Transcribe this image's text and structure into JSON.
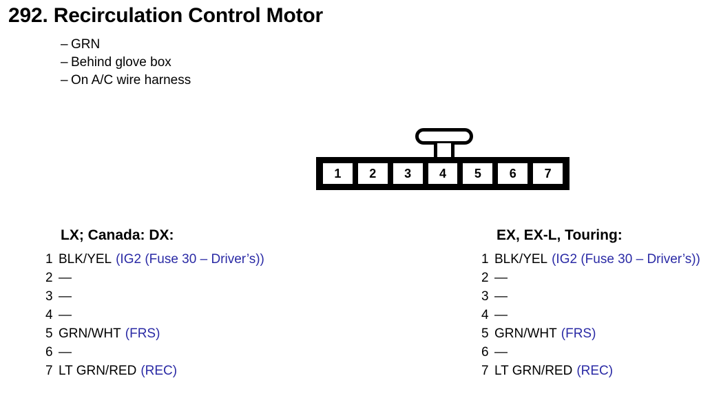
{
  "title": "292. Recirculation Control Motor",
  "notes": [
    {
      "dash": "–",
      "text": "GRN"
    },
    {
      "dash": "–",
      "text": "Behind glove box"
    },
    {
      "dash": "–",
      "text": "On A/C wire harness"
    }
  ],
  "connector": {
    "pin_count": 7,
    "pins": [
      "1",
      "2",
      "3",
      "4",
      "5",
      "6",
      "7"
    ],
    "tab_position": "above-pin-4"
  },
  "colors": {
    "signal_blue": "#2a2aa5",
    "text_black": "#000000",
    "background": "#ffffff"
  },
  "columns": [
    {
      "heading": "LX; Canada: DX:",
      "pins": [
        {
          "num": "1",
          "wire": "BLK/YEL",
          "signal": "(IG2 (Fuse 30 – Driver’s))"
        },
        {
          "num": "2",
          "wire": "—",
          "signal": ""
        },
        {
          "num": "3",
          "wire": "—",
          "signal": ""
        },
        {
          "num": "4",
          "wire": "—",
          "signal": ""
        },
        {
          "num": "5",
          "wire": "GRN/WHT",
          "signal": "(FRS)"
        },
        {
          "num": "6",
          "wire": "—",
          "signal": ""
        },
        {
          "num": "7",
          "wire": "LT GRN/RED",
          "signal": "(REC)"
        }
      ]
    },
    {
      "heading": "EX, EX-L, Touring:",
      "pins": [
        {
          "num": "1",
          "wire": "BLK/YEL",
          "signal": "(IG2 (Fuse 30 – Driver’s))"
        },
        {
          "num": "2",
          "wire": "—",
          "signal": ""
        },
        {
          "num": "3",
          "wire": "—",
          "signal": ""
        },
        {
          "num": "4",
          "wire": "—",
          "signal": ""
        },
        {
          "num": "5",
          "wire": "GRN/WHT",
          "signal": "(FRS)"
        },
        {
          "num": "6",
          "wire": "—",
          "signal": ""
        },
        {
          "num": "7",
          "wire": "LT GRN/RED",
          "signal": "(REC)"
        }
      ]
    }
  ]
}
